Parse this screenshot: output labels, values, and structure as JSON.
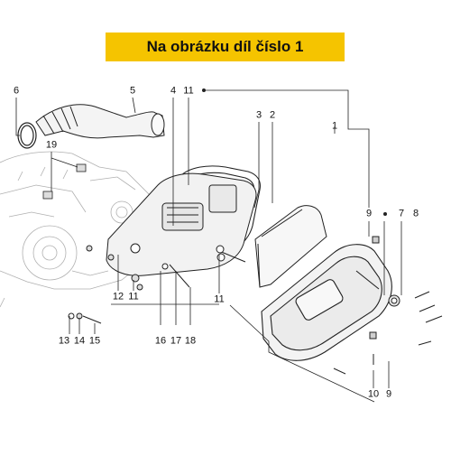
{
  "banner": {
    "text": "Na obrázku díl číslo 1"
  },
  "callouts": {
    "c1": "1",
    "c2": "2",
    "c3": "3",
    "c4": "4",
    "c5": "5",
    "c6": "6",
    "c7": "7",
    "c8": "8",
    "c9a": "9",
    "c9b": "9",
    "c10": "10",
    "c11a": "11",
    "c11b": "11",
    "c11c": "11",
    "c12": "12",
    "c13": "13",
    "c14": "14",
    "c15": "15",
    "c16": "16",
    "c17": "17",
    "c18": "18",
    "c19": "19"
  },
  "colors": {
    "banner_bg": "#f5c400",
    "line": "#222222",
    "faint": "#9a9a9a"
  }
}
